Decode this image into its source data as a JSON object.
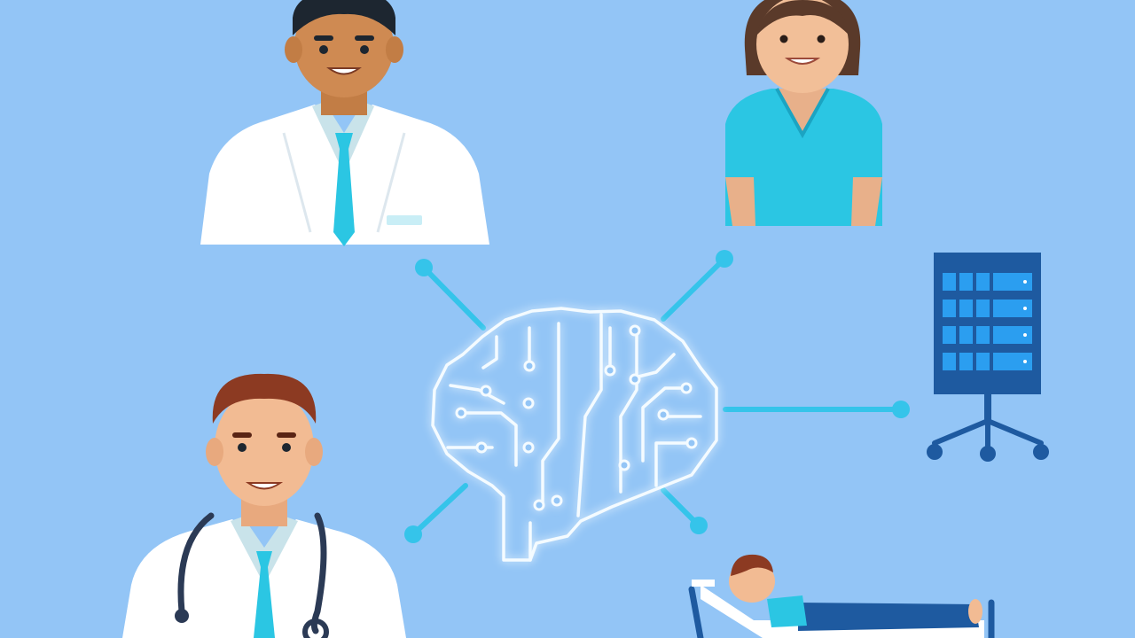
{
  "scene": {
    "background": "#93c5f6",
    "hub": "brain-circuit-icon",
    "connector_color": "#35c4ea",
    "figures": [
      "doctor-lab-coat",
      "nurse-scrubs",
      "medical-data-cabinet",
      "doctor-stethoscope",
      "patient-on-bed"
    ]
  },
  "colors": {
    "scrubs": "#2bc6e3",
    "tie": "#2bc6e3",
    "coat": "#ffffff",
    "cabinet": "#1e5aa0",
    "cabinet_tiles": "#2b9ef0"
  }
}
